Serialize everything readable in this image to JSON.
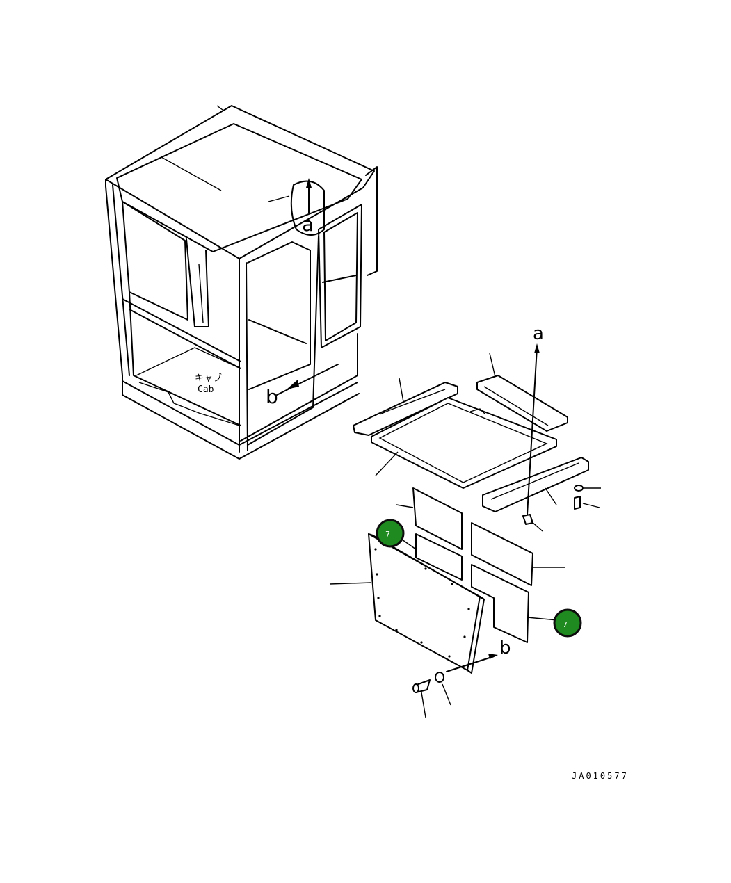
{
  "labels": {
    "cab_jp": "キャブ",
    "cab_en": "Cab",
    "arrow_a_top": "a",
    "arrow_a_lower": "a",
    "arrow_b_left": "b",
    "arrow_b_right": "b",
    "drawing_id": "JA010577"
  },
  "callouts": [
    {
      "number": "7"
    },
    {
      "number": "7"
    }
  ],
  "colors": {
    "line": "#000000",
    "callout_fill": "#1f8a1f",
    "callout_ring": "#0d0d0d",
    "callout_text": "#ffffff"
  }
}
